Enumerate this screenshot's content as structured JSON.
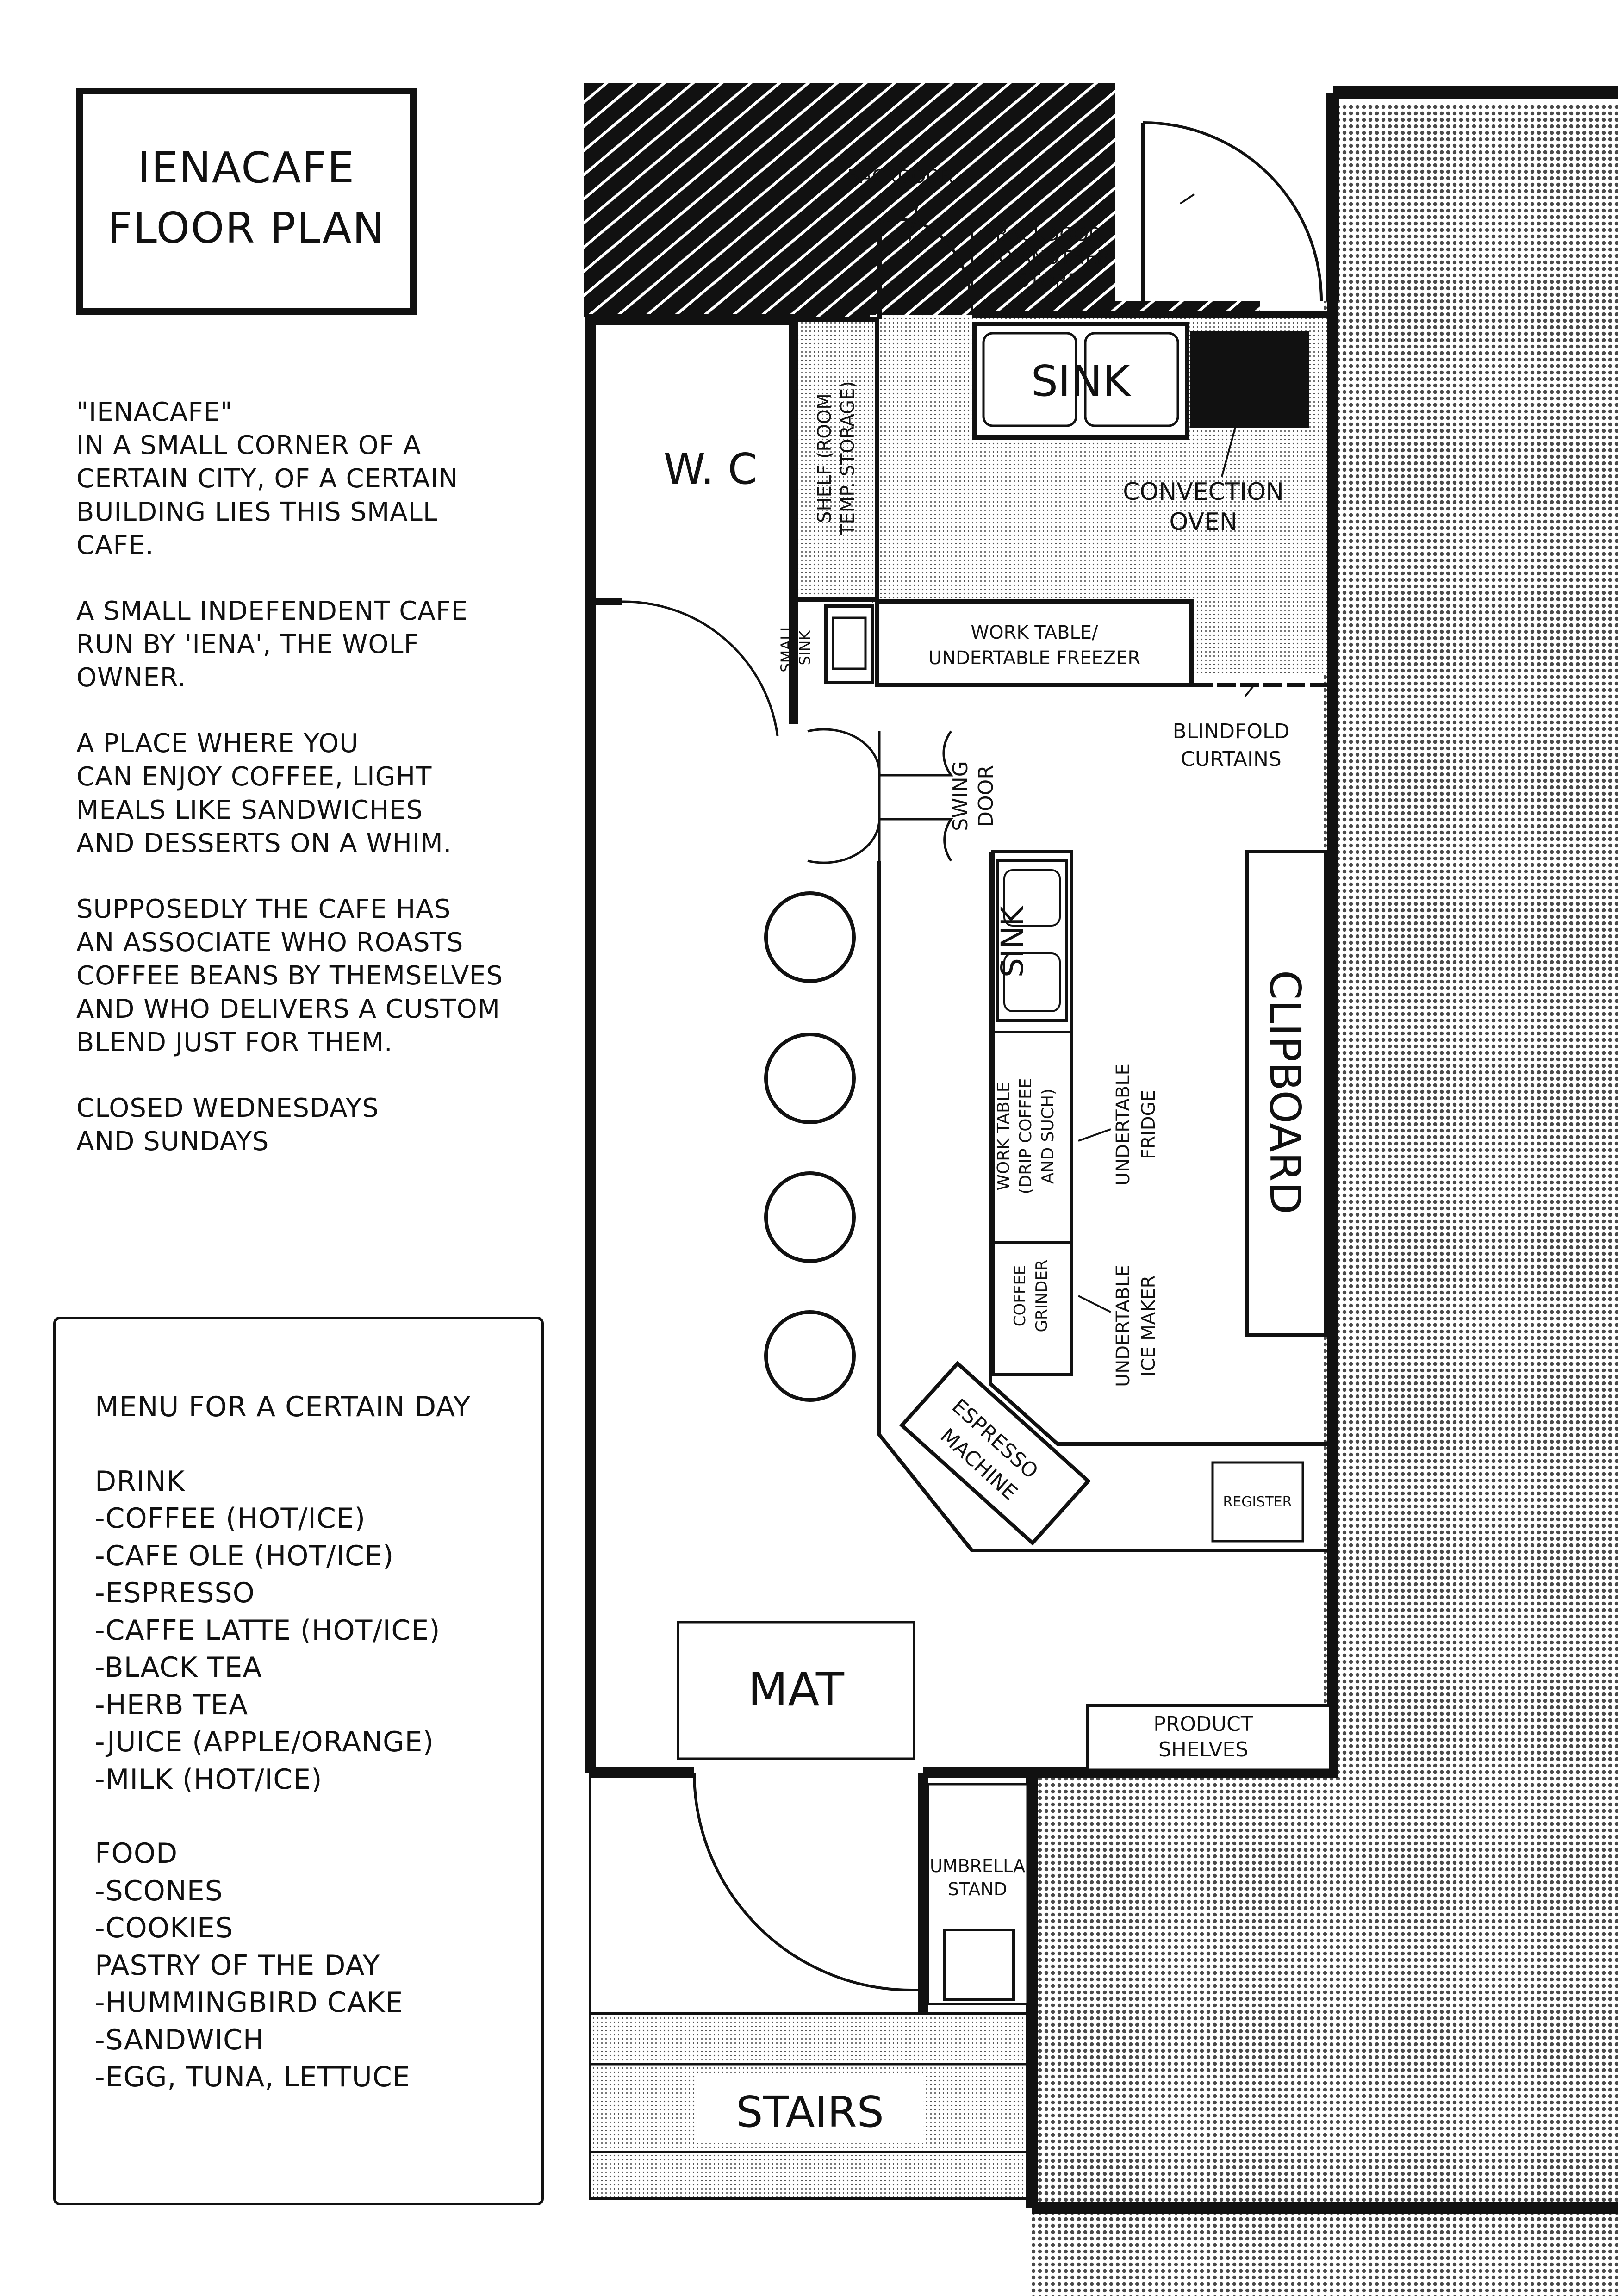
{
  "title": {
    "line1": "IENACAFE",
    "line2": "FLOOR PLAN"
  },
  "intro": {
    "heading": "\"IENACAFE\"",
    "paragraph1": [
      "IN A SMALL CORNER OF A",
      "CERTAIN CITY, OF A CERTAIN",
      "BUILDING LIES THIS SMALL",
      "CAFE."
    ],
    "paragraph2": [
      "A SMALL INDEFENDENT CAFE",
      "RUN BY 'IENA', THE WOLF",
      "OWNER."
    ],
    "paragraph3": [
      "A PLACE WHERE YOU",
      "CAN ENJOY COFFEE, LIGHT",
      "MEALS  LIKE SANDWICHES",
      "AND DESSERTS ON A WHIM."
    ],
    "paragraph4": [
      "SUPPOSEDLY THE CAFE HAS",
      "AN ASSOCIATE WHO ROASTS",
      "COFFEE BEANS BY THEMSELVES",
      "AND WHO DELIVERS A CUSTOM",
      "BLEND JUST FOR THEM."
    ],
    "paragraph5": [
      "CLOSED WEDNESDAYS",
      "AND SUNDAYS"
    ]
  },
  "menu": {
    "heading": "MENU FOR A CERTAIN DAY",
    "drink_heading": "DRINK",
    "drinks": [
      "-COFFEE (HOT/ICE)",
      "-CAFE OLE (HOT/ICE)",
      "-ESPRESSO",
      "-CAFFE LATTE (HOT/ICE)",
      "-BLACK TEA",
      "-HERB TEA",
      "-JUICE (APPLE/ORANGE)",
      "-MILK (HOT/ICE)"
    ],
    "food_heading": "FOOD",
    "food": [
      "-SCONES",
      "-COOKIES"
    ],
    "pastry_heading": "PASTRY OF THE DAY",
    "pastry": [
      "-HUMMINGBIRD CAKE",
      "-SANDWICH",
      "-EGG, TUNA, LETTUCE"
    ]
  },
  "plan": {
    "backdoor": "BACKDOOR",
    "backdoor_other": [
      "BACKDOOR",
      "TO ANOTHER",
      "STORE"
    ],
    "sink_top": "SINK",
    "convection_oven": [
      "CONVECTION",
      "OVEN"
    ],
    "wc": "W. C",
    "shelf": [
      "SHELF (ROOM",
      "TEMP. STORAGE)"
    ],
    "small_sink": [
      "SMALL",
      "SINK"
    ],
    "work_table_top": [
      "WORK TABLE/",
      "UNDERTABLE FREEZER"
    ],
    "blindfold": [
      "BLINDFOLD",
      "CURTAINS"
    ],
    "swing_door": [
      "SWING",
      "DOOR"
    ],
    "sink_counter": "SINK",
    "clipboard": "CLIPBOARD",
    "work_table_drip": [
      "WORK TABLE",
      "(DRIP COFFEE",
      "AND SUCH)"
    ],
    "undertable_fridge": [
      "UNDERTABLE",
      "FRIDGE"
    ],
    "coffee_grinder": [
      "COFFEE",
      "GRINDER"
    ],
    "ice_maker": [
      "UNDERTABLE",
      "ICE MAKER"
    ],
    "espresso": [
      "ESPRESSO",
      "MACHINE"
    ],
    "register": "REGISTER",
    "mat": "MAT",
    "product_shelves": [
      "PRODUCT",
      "SHELVES"
    ],
    "umbrella_stand": [
      "UMBRELLA",
      "STAND"
    ],
    "stairs": "STAIRS"
  }
}
